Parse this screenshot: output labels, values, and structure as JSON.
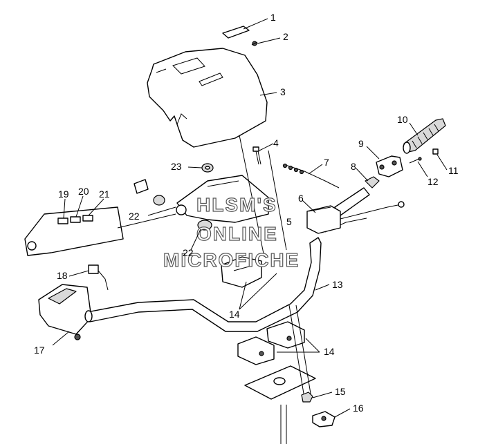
{
  "callouts": {
    "p1": "1",
    "p2": "2",
    "p3": "3",
    "p4": "4",
    "p5": "5",
    "p6": "6",
    "p7": "7",
    "p8": "8",
    "p9": "9",
    "p10": "10",
    "p11": "11",
    "p12": "12",
    "p13": "13",
    "p14a": "14",
    "p14b": "14",
    "p15": "15",
    "p16": "16",
    "p17": "17",
    "p18": "18",
    "p19": "19",
    "p20": "20",
    "p21": "21",
    "p22a": "22",
    "p22b": "22",
    "p23": "23"
  },
  "watermark": {
    "line1": "HLSM'S",
    "line2": "ONLINE",
    "line3": "MICROFICHE"
  }
}
